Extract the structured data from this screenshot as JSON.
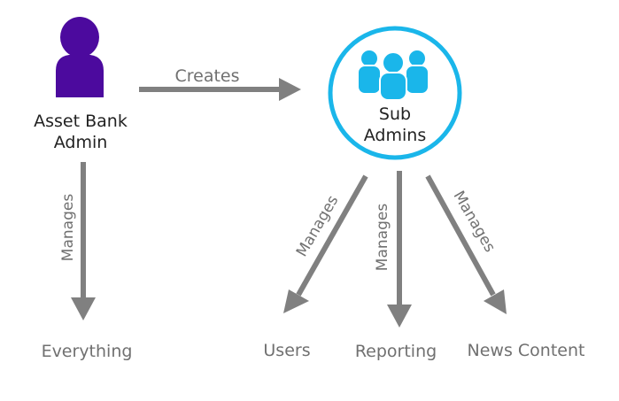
{
  "admin": {
    "line1": "Asset Bank",
    "line2": "Admin",
    "icon": "person-icon",
    "color": "#4c0a9e"
  },
  "sub_admins": {
    "line1": "Sub",
    "line2": "Admins",
    "icon": "group-icon",
    "color": "#1ab6ea"
  },
  "edges": {
    "creates": "Creates",
    "admin_manages": "Manages",
    "users_manages": "Manages",
    "reporting_manages": "Manages",
    "news_manages": "Manages"
  },
  "targets": {
    "everything": "Everything",
    "users": "Users",
    "reporting": "Reporting",
    "news_content": "News Content"
  },
  "colors": {
    "arrow": "#808080",
    "label_text": "#707070",
    "node_text": "#222222"
  }
}
